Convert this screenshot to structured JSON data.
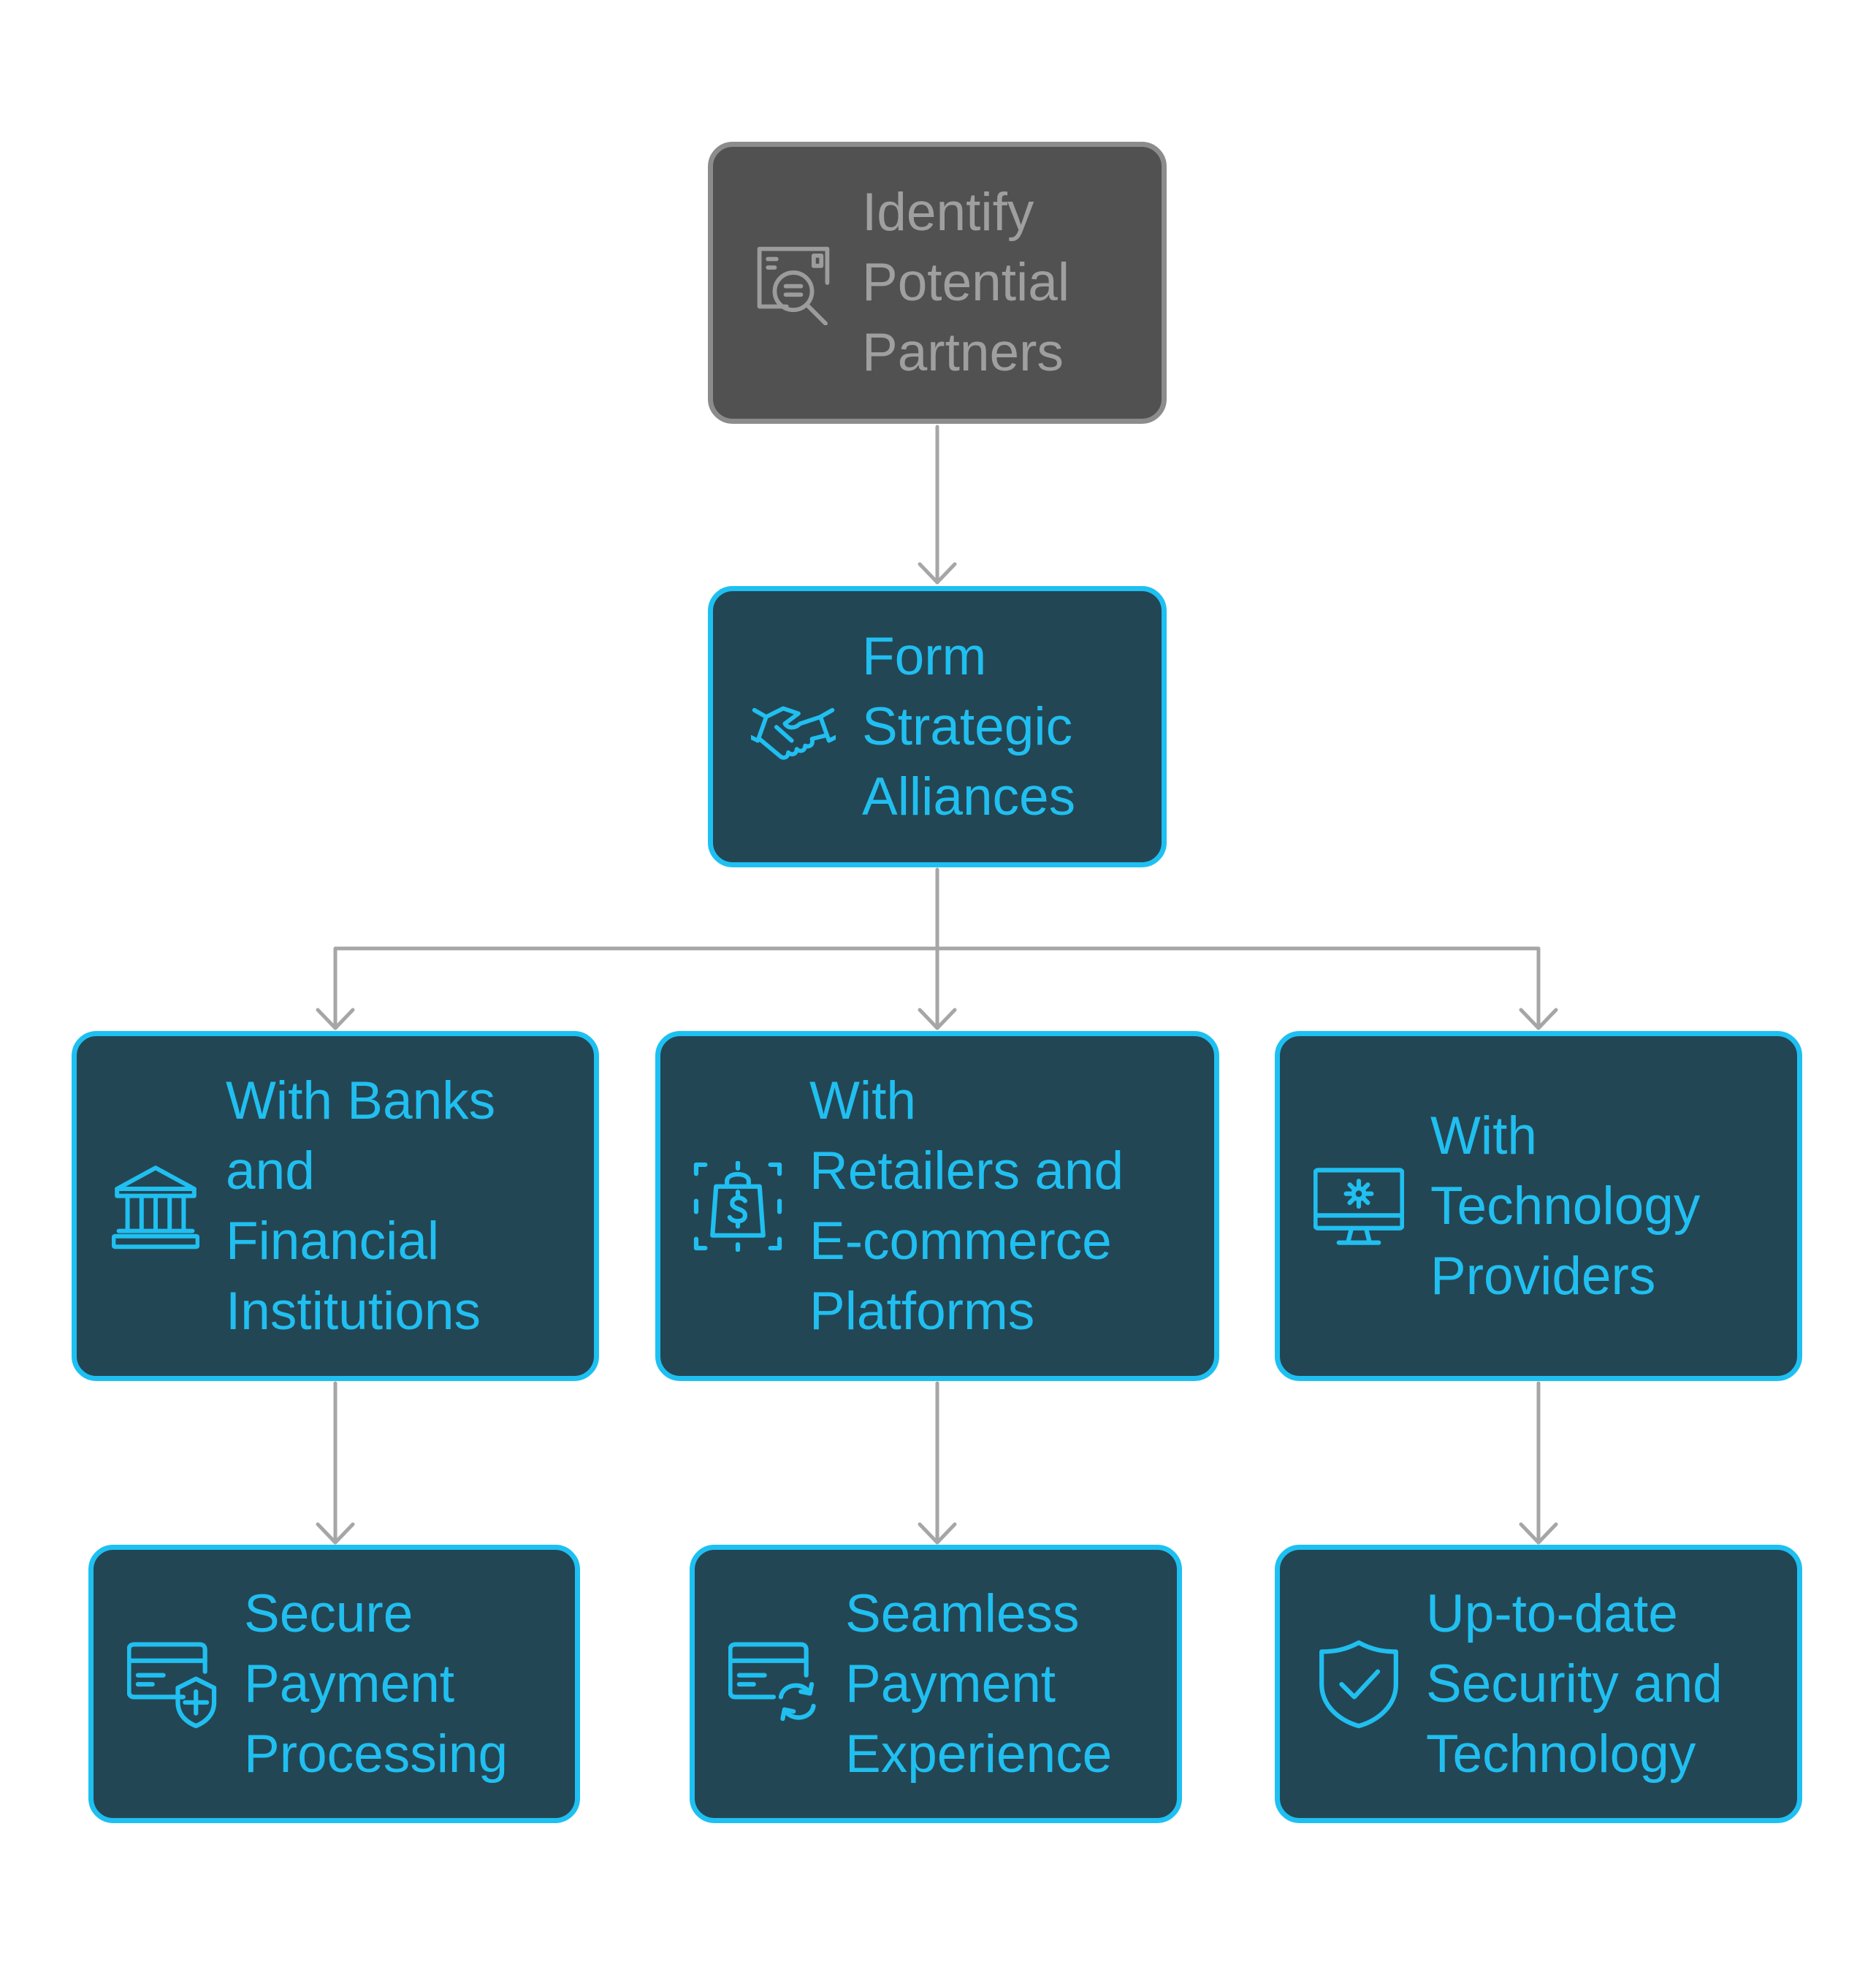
{
  "diagram": {
    "colors": {
      "node_fill": "#234655",
      "node_border": "#1ec0f2",
      "node_text": "#20bff0",
      "muted_fill": "#515151",
      "muted_border": "#8c8c8c",
      "muted_text": "#9f9f9f",
      "connector": "#a6a6a6"
    },
    "nodes": {
      "identify": {
        "label": "Identify\nPotential\nPartners",
        "icon": "document-search-icon"
      },
      "alliances": {
        "label": "Form\nStrategic\nAlliances",
        "icon": "handshake-icon"
      },
      "banks": {
        "label": "With Banks\nand\nFinancial\nInstitutions",
        "icon": "bank-icon"
      },
      "retailers": {
        "label": "With\nRetailers and\nE-commerce\nPlatforms",
        "icon": "shopping-bag-dollar-icon"
      },
      "technology": {
        "label": "With\nTechnology\nProviders",
        "icon": "monitor-gear-icon"
      },
      "secure": {
        "label": "Secure\nPayment\nProcessing",
        "icon": "card-shield-icon"
      },
      "seamless": {
        "label": "Seamless\nPayment\nExperience",
        "icon": "card-refresh-icon"
      },
      "uptodate": {
        "label": "Up-to-date\nSecurity and\nTechnology",
        "icon": "shield-check-icon"
      }
    },
    "edges": [
      {
        "from": "identify",
        "to": "alliances"
      },
      {
        "from": "alliances",
        "to": "banks"
      },
      {
        "from": "alliances",
        "to": "retailers"
      },
      {
        "from": "alliances",
        "to": "technology"
      },
      {
        "from": "banks",
        "to": "secure"
      },
      {
        "from": "retailers",
        "to": "seamless"
      },
      {
        "from": "technology",
        "to": "uptodate"
      }
    ]
  }
}
